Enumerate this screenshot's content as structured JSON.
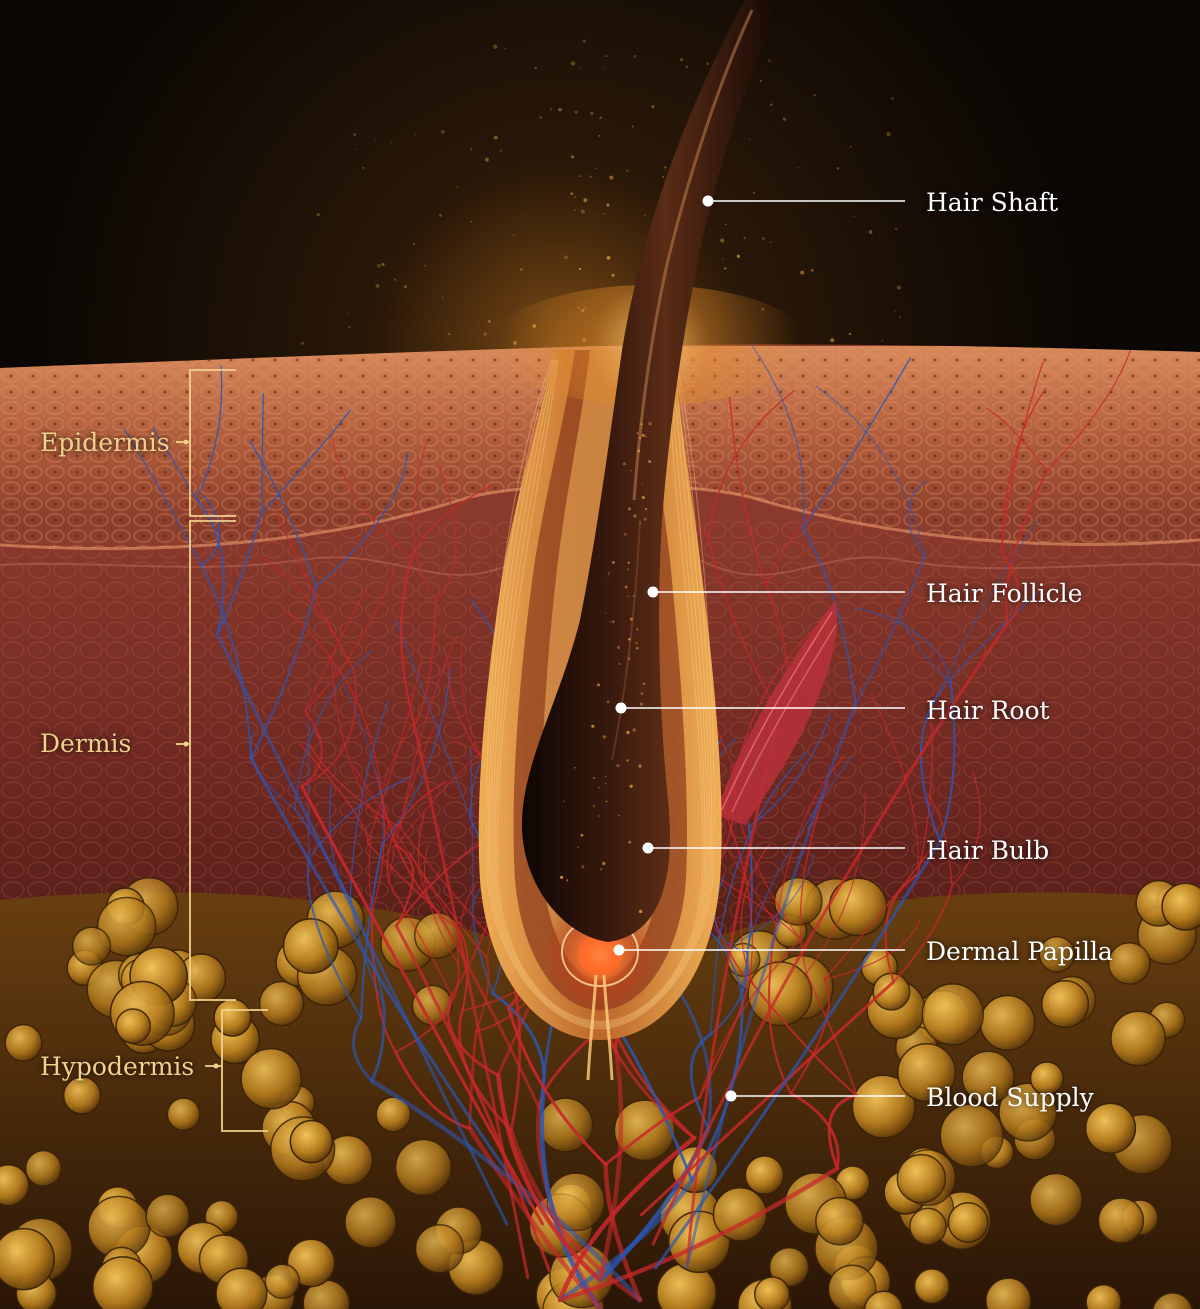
{
  "diagram": {
    "structure_labels": {
      "hair_shaft": "Hair Shaft",
      "hair_follicle": "Hair Follicle",
      "hair_root": "Hair Root",
      "hair_bulb": "Hair Bulb",
      "dermal_papilla": "Dermal Papilla",
      "blood_supply": "Blood Supply"
    },
    "layer_labels": {
      "epidermis": "Epidermis",
      "dermis": "Dermis",
      "hypodermis": "Hypodermis"
    },
    "colors": {
      "background": "#0c0805",
      "epidermis": "#b8623e",
      "dermis": "#6e2a22",
      "hypodermis_fat": "#c8902a",
      "hair": "#2a120a",
      "follicle_glow": "#f0a040",
      "artery": "#c8282a",
      "vein": "#2a58b8",
      "papilla": "#ff5a20",
      "structure_label": "#ffffff",
      "layer_label": "#f1d08c"
    }
  }
}
